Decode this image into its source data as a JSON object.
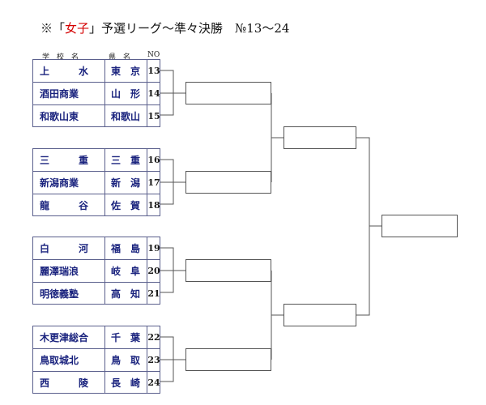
{
  "title": {
    "prefix": "※「",
    "highlight": "女子",
    "suffix": "」予選リーグ〜準々決勝　№13〜24"
  },
  "headers": {
    "school": "学　校　名",
    "prefecture": "県　名",
    "number": "NO"
  },
  "groups": [
    {
      "teams": [
        {
          "school": "上　　　水",
          "prefecture": "東　京",
          "no": "13"
        },
        {
          "school": "酒田商業",
          "prefecture": "山　形",
          "no": "14"
        },
        {
          "school": "和歌山東",
          "prefecture": "和歌山",
          "no": "15"
        }
      ]
    },
    {
      "teams": [
        {
          "school": "三　　　重",
          "prefecture": "三　重",
          "no": "16"
        },
        {
          "school": "新潟商業",
          "prefecture": "新　潟",
          "no": "17"
        },
        {
          "school": "龍　　　谷",
          "prefecture": "佐　賀",
          "no": "18"
        }
      ]
    },
    {
      "teams": [
        {
          "school": "白　　　河",
          "prefecture": "福　島",
          "no": "19"
        },
        {
          "school": "麗澤瑞浪",
          "prefecture": "岐　阜",
          "no": "20"
        },
        {
          "school": "明徳義塾",
          "prefecture": "高　知",
          "no": "21"
        }
      ]
    },
    {
      "teams": [
        {
          "school": "木更津総合",
          "prefecture": "千　葉",
          "no": "22"
        },
        {
          "school": "鳥取城北",
          "prefecture": "鳥　取",
          "no": "23"
        },
        {
          "school": "西　　　陵",
          "prefecture": "長　崎",
          "no": "24"
        }
      ]
    }
  ],
  "colors": {
    "team_text": "#1a237e",
    "title_highlight": "#d40000",
    "grid": "#5a5f8c",
    "bracket": "#555555"
  }
}
